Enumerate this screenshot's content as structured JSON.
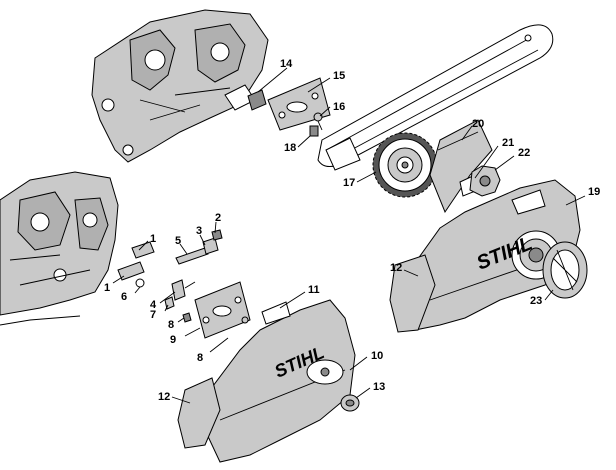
{
  "callouts": [
    "1",
    "1",
    "2",
    "3",
    "4",
    "5",
    "6",
    "7",
    "8",
    "8",
    "9",
    "10",
    "11",
    "12",
    "12",
    "13",
    "14",
    "15",
    "16",
    "17",
    "18",
    "19",
    "20",
    "21",
    "22",
    "23"
  ],
  "brand_logo": "STIHL"
}
